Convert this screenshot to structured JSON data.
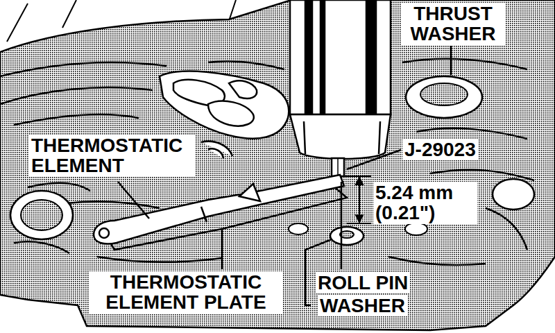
{
  "diagram": {
    "labels": [
      "THRUST WASHER",
      "THERMOSTATIC ELEMENT",
      "J-29023",
      "5.24 mm (0.21\")",
      "THERMOSTATIC ELEMENT PLATE",
      "ROLL PIN",
      "WASHER"
    ]
  }
}
